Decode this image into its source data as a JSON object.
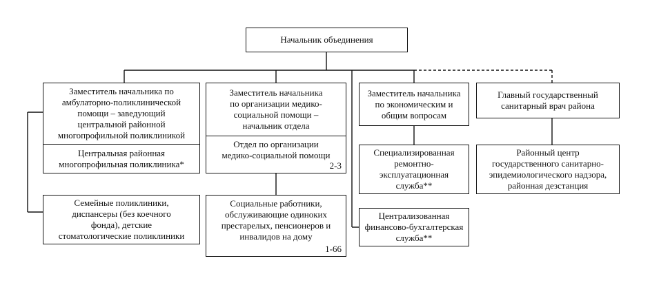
{
  "chief": "Начальник объединения",
  "deputy_ambulatory": "Заместитель начальника по\nамбулаторно-поликлинической\nпомощи – заведующий\nцентральной районной\nмногопрофильной поликлиникой",
  "central_polyclinic": "Центральная районная\nмногопрофильная поликлиника*",
  "family_polyclinics": "Семейные поликлиники,\nдиспансеры (без коечного\nфонда), детские\nстоматологические поликлиники",
  "deputy_social": "Заместитель начальника\nпо организации медико-\nсоциальной помощи –\nначальник отдела",
  "social_dept": "Отдел по организации\nмедико-социальной помощи",
  "social_dept_count": "2-3",
  "social_workers": "Социальные работники,\nобслуживающие одиноких\nпрестарелых, пенсионеров и\nинвалидов на дому",
  "social_workers_count": "1-66",
  "deputy_economic": "Заместитель начальника\nпо экономическим и\nобщим вопросам",
  "repair_service": "Специализированная\nремонтно-\nэксплуатационная\nслужба**",
  "finance_service": "Централизованная\nфинансово-бухгалтерская\nслужба**",
  "sanitary_doctor": "Главный государственный\nсанитарный врач района",
  "sanitary_center": "Районный центр\nгосударственного санитарно-\nэпидемиологического надзора,\nрайонная дезстанция"
}
